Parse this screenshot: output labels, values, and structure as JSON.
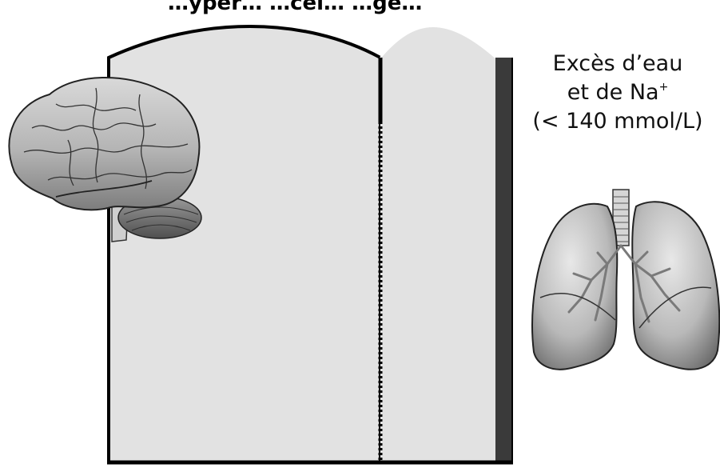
{
  "header": {
    "title_fragment": "…yper…  …cel…   …ge…"
  },
  "caption": {
    "line1": "Excès d’eau",
    "line2_prefix": "et de Na",
    "line2_superscript": "+",
    "line3": "(< 140 mmol/L)"
  },
  "colors": {
    "compartment_fill": "#e2e2e2",
    "outline": "#000000",
    "outer_wall": "#3a3a3a",
    "organ_tint": "#9a9a9a"
  },
  "icons": {
    "brain": "brain-icon",
    "lungs": "lungs-icon"
  }
}
